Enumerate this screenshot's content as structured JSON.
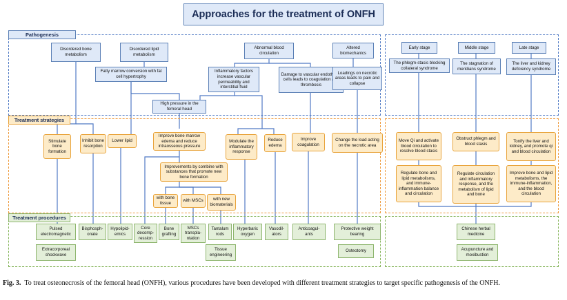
{
  "title": "Approaches for the treatment of ONFH",
  "sections": {
    "pathogenesis": "Pathogenesis",
    "strategies": "Treatment strategies",
    "procedures": "Treatment procedures"
  },
  "pathogenesis": {
    "bone_metabolism": "Disordered bone metabolism",
    "lipid_metabolism": "Disordered lipid metabolism",
    "blood_circulation": "Abnormal blood circulation",
    "biomechanics": "Altered biomechanics",
    "fatty_marrow": "Fatty marrow conversion with fat cell hypertrophy",
    "inflammatory_factors": "Inflammatory factors increase vascular permeability and interstitial fluid",
    "vascular_damage": "Damage to vascular endothelial cells leads to coagulation and thrombosis",
    "loadings": "Loadings on necrotic areas leads to pain and collapse",
    "high_pressure": "High pressure in the femoral head"
  },
  "tcm_stages": {
    "early": "Early stage",
    "middle": "Middle stage",
    "late": "Late stage",
    "early_syndrome": "The phlegm-stasis blocking collateral syndrome",
    "middle_syndrome": "The stagnation of meridians syndrome",
    "late_syndrome": "The liver and kidney deficiency syndrome"
  },
  "strategies": {
    "stimulate_bone": "Stimulate bone formation",
    "inhibit_bone": "Inhibit bone resorption",
    "lower_lipid": "Lower lipid",
    "improve_marrow": "Improve bone marrow edema and reduce intraosseous pressure",
    "improvements_combine": "Improvements by combine with substances that promote new bone formation",
    "with_bone_tissue": "with bone tissue",
    "with_mscs": "with MSCs",
    "with_new_biomaterials": "with new biomaterials",
    "modulate_inflammatory": "Modulate the inflammatory response",
    "reduce_edema": "Reduce edema",
    "improve_coagulation": "Improve coagulation",
    "change_load": "Change the load acting on the necrotic area",
    "move_qi": "Move Qi and activate blood circulation to resolve blood stasis",
    "obstruct_phlegm": "Obstruct phlegm and blood stasis",
    "tonify_liver": "Tonify the liver and kidney, and promote qi and blood circulation",
    "regulate_early": "Regulate bone and lipid metabolisms, and immune-inflammation balance and circulation",
    "regulate_middle": "Regulate circulation and inflammatory response, and the metabolism of lipid and bone",
    "improve_late": "Improve bone and lipid metabolisms, the immune-inflammation, and the blood circulation"
  },
  "procedures": {
    "pulsed_em": "Pulsed electromagnetic",
    "extracorporeal": "Extracorporeal shockwave",
    "bisphosphonate": "Bisphosph-onate",
    "hypolipidemics": "Hypolipid-emics",
    "core_decompression": "Core decomp-ression",
    "bone_grafting": "Bone grafting",
    "mscs_transplantation": "MSCs transpla-ntation",
    "tantalum_rods": "Tantalum rods",
    "tissue_engineering": "Tissue engineering",
    "hyperbaric_oxygen": "Hyperbaric oxygen",
    "vasodilators": "Vasodil-ators",
    "anticoagulants": "Anticoagul-ants",
    "protective_weight": "Protective weight bearing",
    "osteotomy": "Osteotomy",
    "chinese_herbal": "Chinese herbal medicine",
    "acupuncture": "Acupuncture and moxibustion"
  },
  "caption": {
    "label": "Fig. 3.",
    "text": "To treat osteonecrosis of the femoral head (ONFH), various procedures have been developed with different treatment strategies to target specific pathogenesis of the ONFH."
  },
  "colors": {
    "pathogenesis_border": "#4f79c4",
    "strategies_border": "#ee9a3c",
    "procedures_border": "#86b55b",
    "connector": "#4f79c4"
  }
}
